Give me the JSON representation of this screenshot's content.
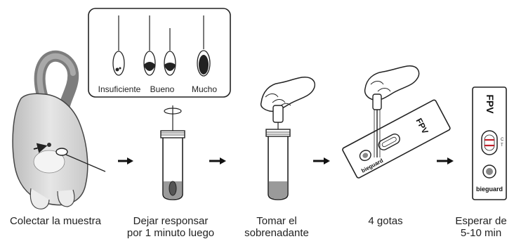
{
  "steps": [
    {
      "label": "Colectar la muestra"
    },
    {
      "label": "Dejar responsar\npor 1 minuto luego"
    },
    {
      "label": "Tomar el\nsobrenadante"
    },
    {
      "label": "4 gotas"
    },
    {
      "label": "Esperar de\n5-10 min"
    }
  ],
  "inset": {
    "swab_labels": [
      "Insuficiente",
      "Bueno",
      "Mucho"
    ]
  },
  "device": {
    "test_name": "FPV",
    "brand": "bieguard",
    "window_marks": [
      "C",
      "T"
    ]
  }
}
